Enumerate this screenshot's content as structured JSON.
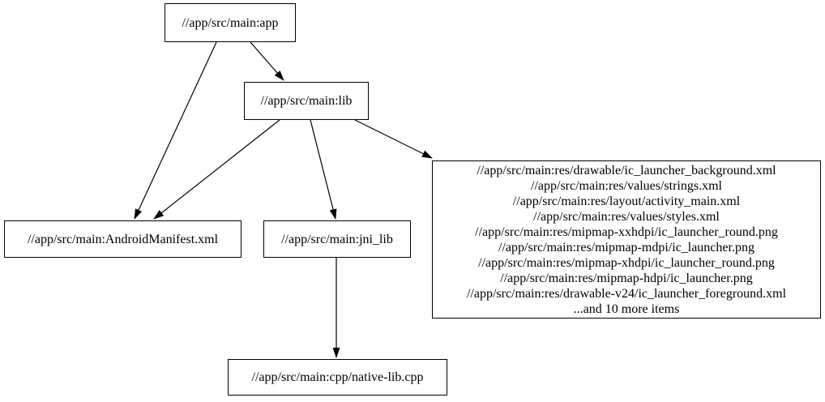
{
  "diagram": {
    "type": "dependency-graph",
    "background_color": "#ffffff",
    "node_border_color": "#000000",
    "edge_color": "#000000",
    "text_color": "#000000",
    "nodes": {
      "app": {
        "label": "//app/src/main:app"
      },
      "lib": {
        "label": "//app/src/main:lib"
      },
      "manifest": {
        "label": "//app/src/main:AndroidManifest.xml"
      },
      "jni_lib": {
        "label": "//app/src/main:jni_lib"
      },
      "res_group": {
        "lines": [
          "//app/src/main:res/drawable/ic_launcher_background.xml",
          "//app/src/main:res/values/strings.xml",
          "//app/src/main:res/layout/activity_main.xml",
          "//app/src/main:res/values/styles.xml",
          "//app/src/main:res/mipmap-xxhdpi/ic_launcher_round.png",
          "//app/src/main:res/mipmap-mdpi/ic_launcher.png",
          "//app/src/main:res/mipmap-xhdpi/ic_launcher_round.png",
          "//app/src/main:res/mipmap-hdpi/ic_launcher.png",
          "//app/src/main:res/drawable-v24/ic_launcher_foreground.xml",
          "...and 10 more items"
        ]
      },
      "native_cpp": {
        "label": "//app/src/main:cpp/native-lib.cpp"
      }
    },
    "edges": [
      {
        "from": "app",
        "to": "lib"
      },
      {
        "from": "app",
        "to": "manifest"
      },
      {
        "from": "lib",
        "to": "manifest"
      },
      {
        "from": "lib",
        "to": "jni_lib"
      },
      {
        "from": "lib",
        "to": "res_group"
      },
      {
        "from": "jni_lib",
        "to": "native_cpp"
      }
    ]
  }
}
